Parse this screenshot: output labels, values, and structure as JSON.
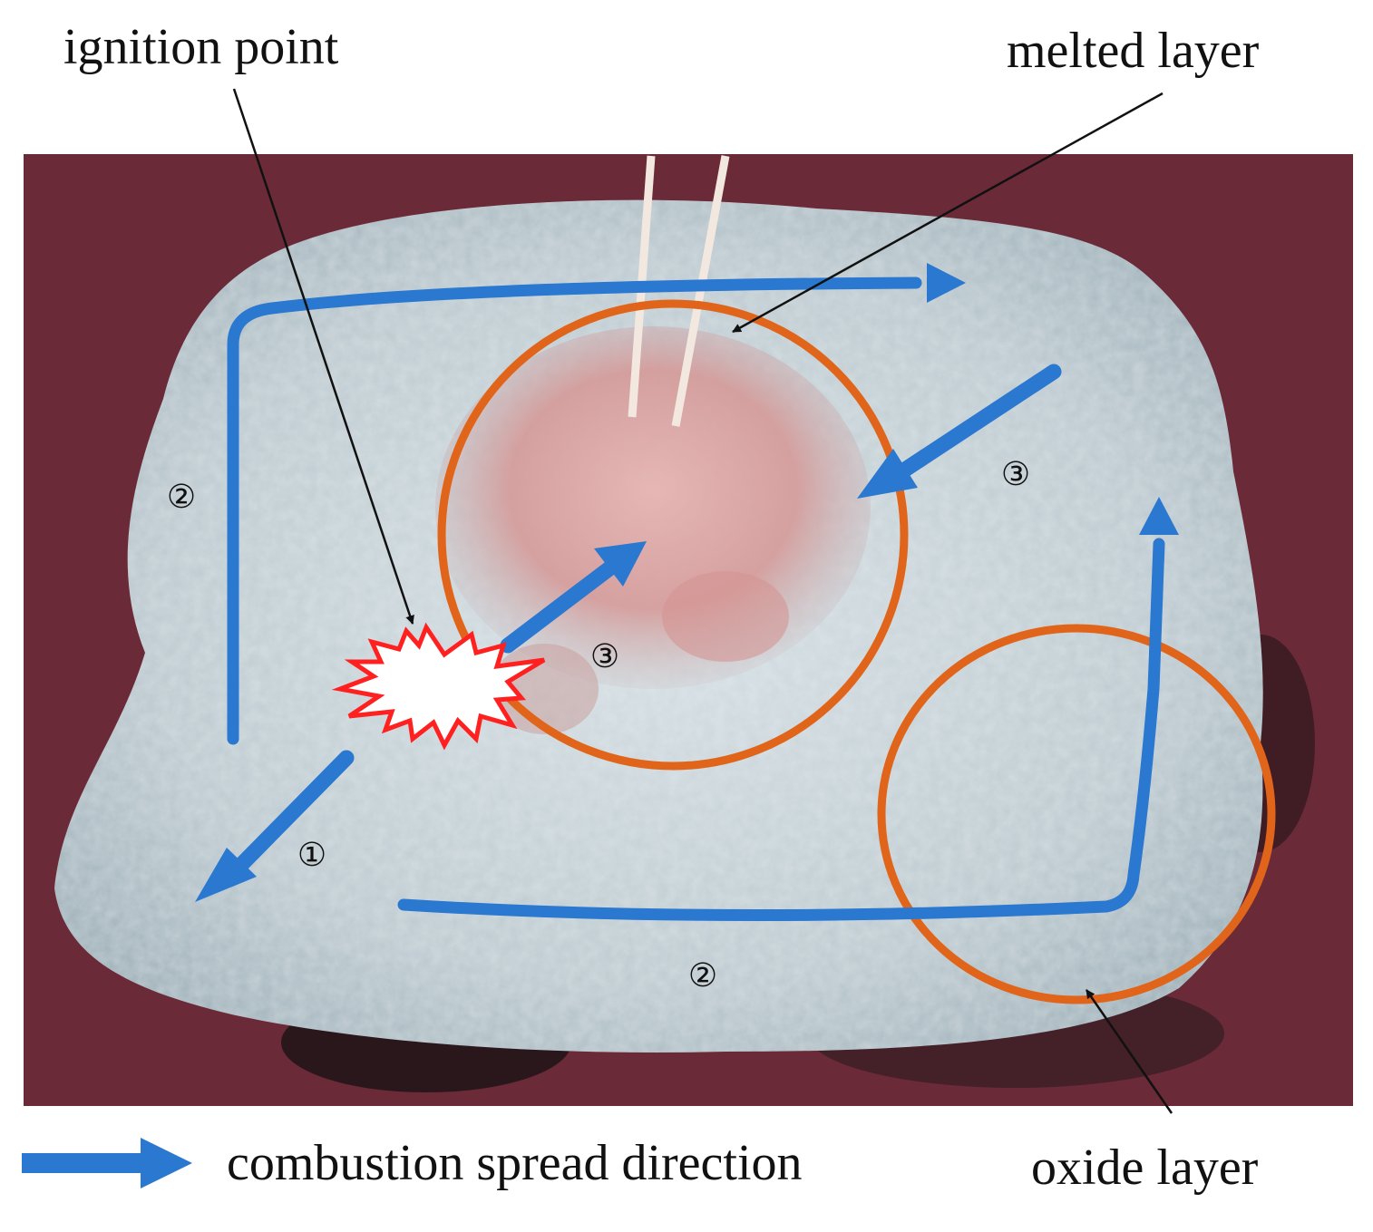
{
  "labels": {
    "ignition_point": "ignition point",
    "melted_layer": "melted layer",
    "oxide_layer": "oxide layer",
    "legend_text": "combustion spread direction"
  },
  "stage_markers": {
    "one": "①",
    "two": "②",
    "three": "③"
  },
  "colors": {
    "arrow": "#2a78d0",
    "circle": "#e0651a",
    "ignition_star": "#ff2020",
    "background_surface": "#6b2a38",
    "residue": "#c8d4da"
  }
}
